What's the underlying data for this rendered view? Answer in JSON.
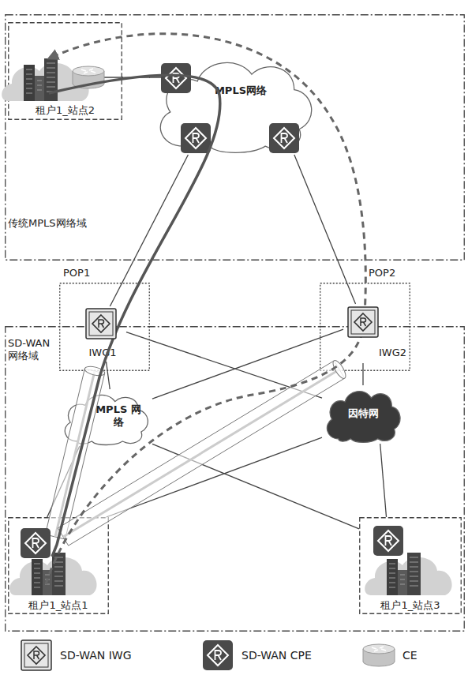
{
  "diagram": {
    "nodes": [
      {
        "text": [
          "传统MPLS网络域"
        ]
      },
      {
        "text": [
          "租户1_站点2"
        ],
        "in": 0
      },
      {
        "text": [
          "MPLS网络"
        ],
        "in": 0
      },
      {
        "text": [
          "SD-WAN 网络域"
        ]
      },
      {
        "text": [
          "POP1"
        ]
      },
      {
        "text": [
          "IWG1"
        ],
        "in": 4
      },
      {
        "text": [
          "POP2"
        ]
      },
      {
        "text": [
          "IWG2"
        ],
        "in": 6
      },
      {
        "text": [
          "MPLS 网络"
        ],
        "in": 3
      },
      {
        "text": [
          "因特网"
        ],
        "in": 3
      },
      {
        "text": [
          "租户1_站点1"
        ],
        "in": 3
      },
      {
        "text": [
          "租户1_站点3"
        ],
        "in": 3
      }
    ],
    "edges": [
      {
        "from": 1,
        "to": 2,
        "arrow": "none"
      },
      {
        "from": 2,
        "to": 5,
        "arrow": "none"
      },
      {
        "from": 2,
        "to": 7,
        "arrow": "none"
      },
      {
        "from": 5,
        "to": 8,
        "arrow": "none"
      },
      {
        "from": 5,
        "to": 9,
        "arrow": "none"
      },
      {
        "from": 7,
        "to": 8,
        "arrow": "none"
      },
      {
        "from": 7,
        "to": 9,
        "arrow": "none"
      },
      {
        "from": 8,
        "to": 10,
        "arrow": "none"
      },
      {
        "from": 9,
        "to": 10,
        "arrow": "none"
      },
      {
        "from": 8,
        "to": 11,
        "arrow": "none"
      },
      {
        "from": 9,
        "to": 11,
        "arrow": "none"
      }
    ],
    "legend": [
      {
        "text": "SD-WAN IWG"
      },
      {
        "text": "SD-WAN CPE"
      },
      {
        "text": "CE"
      }
    ]
  }
}
